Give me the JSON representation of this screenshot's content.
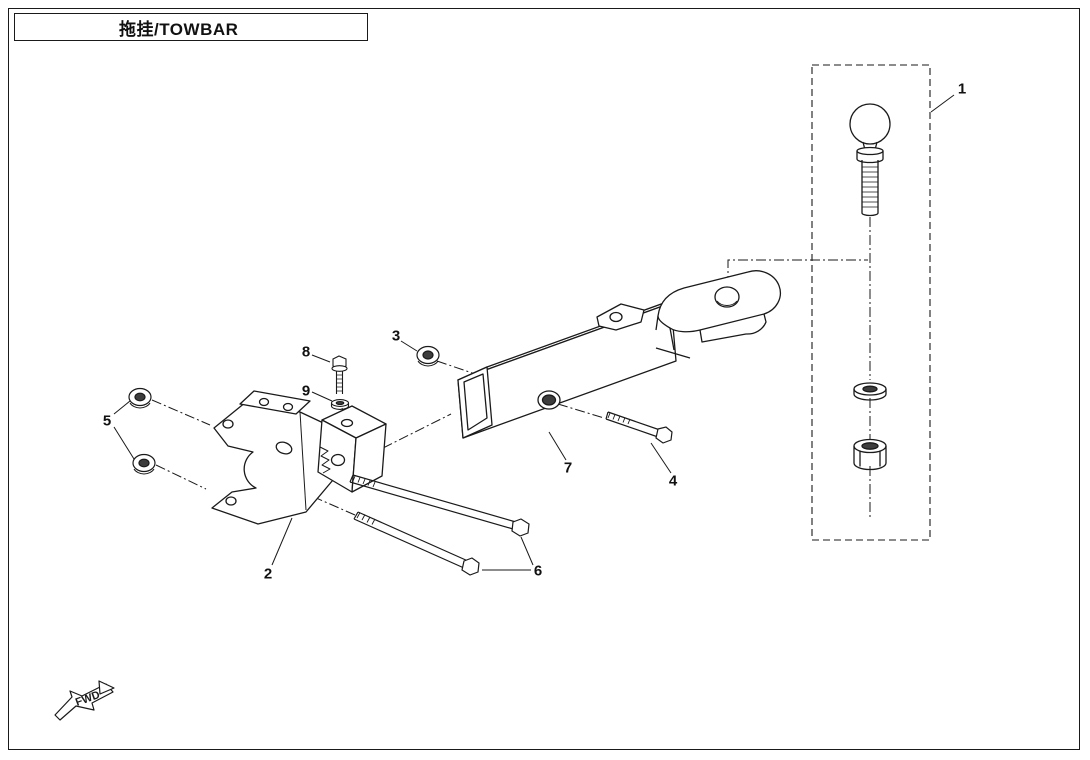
{
  "title": "拖挂/TOWBAR",
  "fwd_label": "FWD",
  "callouts": [
    {
      "id": "1"
    },
    {
      "id": "2"
    },
    {
      "id": "3"
    },
    {
      "id": "4"
    },
    {
      "id": "5"
    },
    {
      "id": "6"
    },
    {
      "id": "7"
    },
    {
      "id": "8"
    },
    {
      "id": "9"
    }
  ],
  "colors": {
    "line": "#1a1a1a",
    "background": "#ffffff"
  }
}
